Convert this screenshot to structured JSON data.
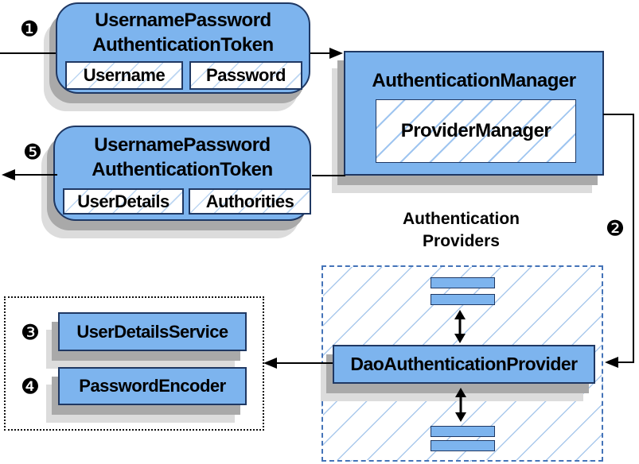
{
  "steps": {
    "s1": "❶",
    "s2": "❷",
    "s3": "❸",
    "s4": "❹",
    "s5": "❺"
  },
  "token_request": {
    "title_line1": "UsernamePassword",
    "title_line2": "AuthenticationToken",
    "field1": "Username",
    "field2": "Password"
  },
  "authentication_manager": {
    "title": "AuthenticationManager",
    "inner": "ProviderManager"
  },
  "token_result": {
    "title_line1": "UsernamePassword",
    "title_line2": "AuthenticationToken",
    "field1": "UserDetails",
    "field2": "Authorities"
  },
  "providers_group": {
    "label_line1": "Authentication",
    "label_line2": "Providers"
  },
  "dao_provider": {
    "title": "DaoAuthenticationProvider"
  },
  "services": {
    "user_details_service": "UserDetailsService",
    "password_encoder": "PasswordEncoder"
  },
  "colors": {
    "box_fill": "#7db4ee",
    "box_border": "#1f3863",
    "dashed_border": "#4473b8",
    "hatch_line": "#aac9ec",
    "shadow_dark": "#a9a9a9",
    "shadow_light": "#dcdcdc",
    "arrow": "#000000"
  }
}
